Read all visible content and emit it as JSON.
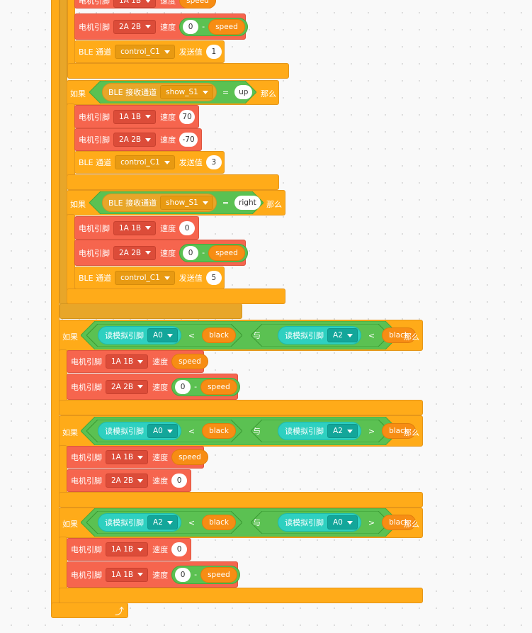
{
  "labels": {
    "if": "如果",
    "then": "那么",
    "motor_pin": "电机引脚",
    "speed": "速度",
    "ble_channel": "BLE 通道",
    "send_value": "发送值",
    "ble_receive": "BLE 接收通道",
    "read_analog": "读模拟引脚",
    "and": "与",
    "eq": "=",
    "lt": "<",
    "gt": ">",
    "minus": "-"
  },
  "pins": {
    "p1a1b": "1A 1B",
    "p2a2b": "2A 2B",
    "a0": "A0",
    "a2": "A2"
  },
  "values": {
    "speed": "speed",
    "black": "black",
    "control_c1": "control_C1",
    "show_s1": "show_S1",
    "up": "up",
    "right": "right",
    "v0": "0",
    "v1": "1",
    "v3": "3",
    "v5": "5",
    "v70": "70",
    "vm70": "-70"
  },
  "icons": {
    "loop": "loop-arrow-icon",
    "dropdown": "chevron-down-icon"
  },
  "colors": {
    "control": "#FFAB19",
    "motor": "#F6654E",
    "operator": "#5BC152",
    "sensor": "#2ED0C0",
    "variable": "#F78D14",
    "ble": "#E8A629"
  }
}
